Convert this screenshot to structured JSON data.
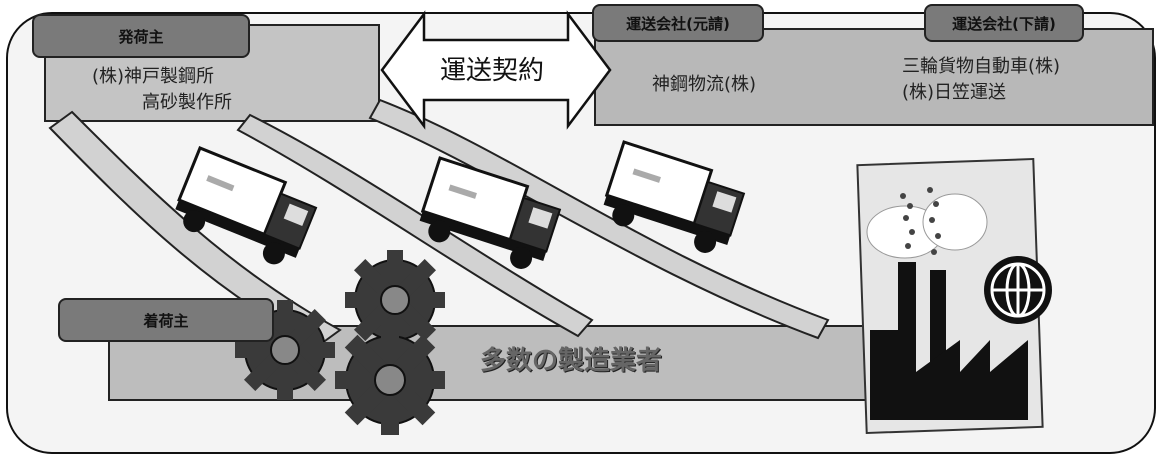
{
  "shipper": {
    "tag": "発荷主",
    "line1": "(株)神戸製鋼所",
    "line2": "高砂製作所"
  },
  "contract": {
    "label": "運送契約"
  },
  "prime": {
    "tag": "運送会社(元請)",
    "name": "神鋼物流(株)"
  },
  "sub": {
    "tag": "運送会社(下請)",
    "line1": "三輪貨物自動車(株)",
    "line2": "(株)日笠運送"
  },
  "consignee": {
    "tag": "着荷主",
    "main": "多数の製造業者"
  },
  "icons": [
    "truck-icon",
    "gear-icon",
    "factory-icon",
    "globe-icon"
  ]
}
